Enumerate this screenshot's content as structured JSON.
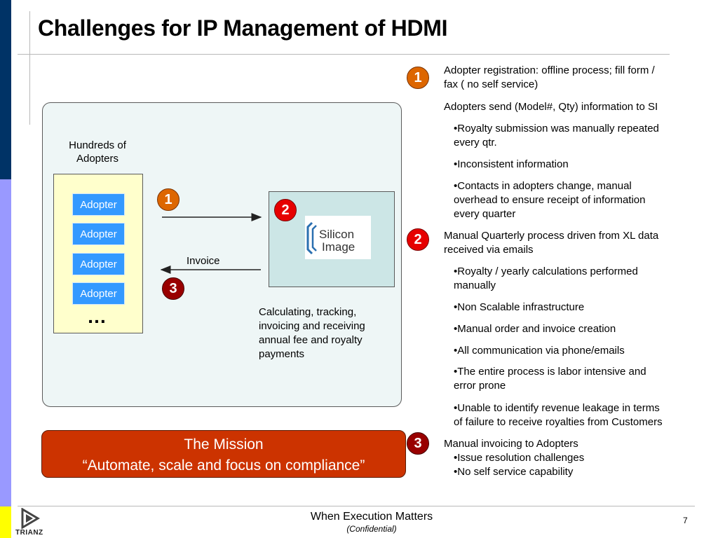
{
  "slide": {
    "title": "Challenges for IP Management of HDMI",
    "page_number": "7"
  },
  "diagram": {
    "adopters_caption": "Hundreds of Adopters",
    "adopter_label": "Adopter",
    "ellipsis": "…",
    "invoice_label": "Invoice",
    "calc_text": "Calculating, tracking, invoicing and receiving annual fee and royalty payments",
    "logo_text": [
      "Silicon",
      "Image"
    ],
    "badges": [
      "1",
      "2",
      "3"
    ]
  },
  "mission": {
    "title": "The Mission",
    "quote": "“Automate, scale and focus on compliance”"
  },
  "notes": {
    "badge_1": "1",
    "badge_2": "2",
    "badge_3": "3",
    "n1_line1": "Adopter registration: offline process;  fill form /",
    "n1_line2": "fax ( no self service)",
    "n2": "Adopters send (Model#, Qty) information to SI",
    "n3_line1": "•Royalty submission was manually repeated",
    "n3_line2": "every qtr.",
    "n4": "•Inconsistent information",
    "n5_line1": "•Contacts in adopters change, manual",
    "n5_line2": "overhead to ensure receipt of information",
    "n5_line3": "every quarter",
    "n6_line1": "Manual Quarterly process driven from XL data",
    "n6_line2": "received via emails",
    "n7_line1": "•Royalty / yearly calculations performed",
    "n7_line2": "manually",
    "n8": "•Non Scalable infrastructure",
    "n9": "•Manual order and invoice creation",
    "n10": "•All communication via phone/emails",
    "n11_line1": "•The entire process is labor intensive and",
    "n11_line2": "error prone",
    "n12_line1": "•Unable to identify revenue leakage in terms",
    "n12_line2": "of failure to receive royalties from Customers",
    "n13": "Manual invoicing to Adopters",
    "n14": "•Issue resolution challenges",
    "n15": "•No self service capability"
  },
  "footer": {
    "tagline": "When Execution Matters",
    "confidential": "(Confidential)",
    "logo_word": "TRIANZ"
  },
  "colors": {
    "bar_dark": "#003366",
    "bar_light": "#9999ff",
    "accent_orange": "#dd6600",
    "accent_red": "#e60000",
    "mission_bg": "#cc3300",
    "adopter_blue": "#3399ff"
  }
}
